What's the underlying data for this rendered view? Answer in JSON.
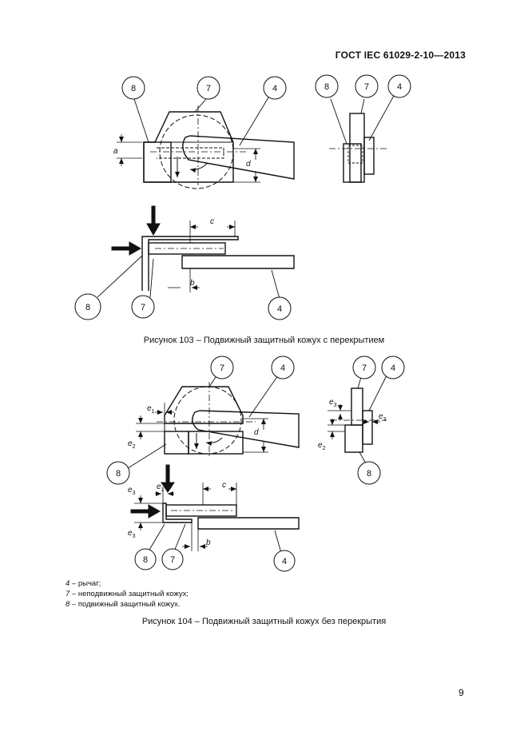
{
  "header": {
    "standard": "ГОСТ IEC 61029-2-10—2013"
  },
  "figure103": {
    "callouts": {
      "top_a": "8",
      "top_b": "7",
      "top_c": "4",
      "side_a": "8",
      "side_b": "7",
      "side_c": "4",
      "bottom_a": "8",
      "bottom_b": "7",
      "bottom_c": "4"
    },
    "dims": {
      "a": "a",
      "d": "d",
      "c": "c",
      "b": "b"
    },
    "caption": "Рисунок 103 – Подвижный защитный кожух с перекрытием"
  },
  "figure104": {
    "callouts": {
      "top_a": "7",
      "top_b": "4",
      "top_c": "8",
      "side_a": "7",
      "side_b": "4",
      "side_c": "8",
      "bottom_a": "8",
      "bottom_b": "7",
      "bottom_c": "4"
    },
    "dims": {
      "e": "e",
      "s1": "1",
      "s2": "2",
      "s3": "3",
      "d": "d",
      "c": "c",
      "b": "b"
    },
    "legend": [
      {
        "num": "4",
        "text": " – рычаг;"
      },
      {
        "num": "7",
        "text": " – неподвижный защитный кожух;"
      },
      {
        "num": "8",
        "text": " – подвижный защитный кожух."
      }
    ],
    "caption": "Рисунок 104 – Подвижный защитный кожух без перекрытия"
  },
  "page_number": "9"
}
